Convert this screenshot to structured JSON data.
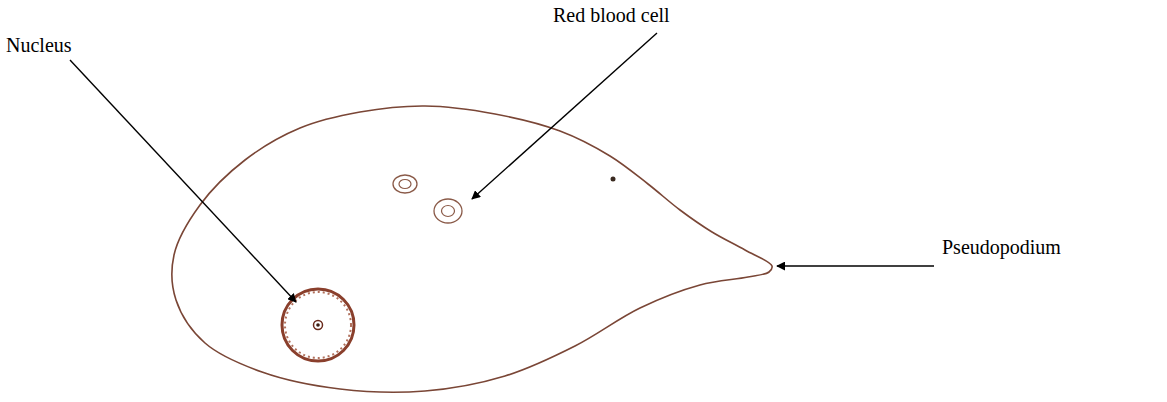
{
  "diagram": {
    "labels": [
      "Nucleus",
      "Red blood cell",
      "Pseudopodium"
    ]
  }
}
